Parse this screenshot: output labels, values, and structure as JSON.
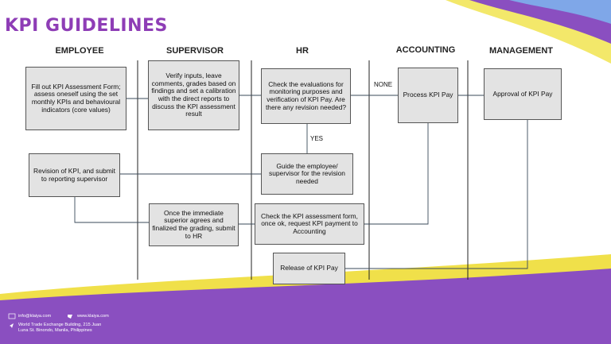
{
  "title": "KPI GUIDELINES",
  "lanes": [
    "EMPLOYEE",
    "SUPERVISOR",
    "HR",
    "ACCOUNTING",
    "MANAGEMENT"
  ],
  "steps": {
    "fill_out": "Fill out KPI Assessment Form; assess oneself using the set monthly KPIs and behavioural indicators (core values)",
    "verify": "Verify inputs, leave comments, grades based on findings and set a calibration with the direct reports to discuss the KPI assessment result",
    "check_eval": "Check the evaluations for monitoring purposes and verification of KPI Pay. Are  there any revision needed?",
    "process_pay": "Process KPI Pay",
    "approval": "Approval of KPI Pay",
    "revision": "Revision of KPI, and submit to reporting supervisor",
    "guide": "Guide the employee/ supervisor for the revision needed",
    "agree": "Once the immediate superior agrees and finalized the grading, submit to HR",
    "check_form": "Check the KPI assessment form, once ok, request KPI payment to Accounting",
    "release": "Release of KPI Pay"
  },
  "edge_labels": {
    "none": "NONE",
    "yes": "YES"
  },
  "footer": {
    "email": "info@klaiya.com",
    "website": "www.klaiya.com",
    "address_line1": "World Trade Exchange Building, 215 Juan",
    "address_line2": "Luna St. Binondo, Manila, Philippines"
  },
  "colors": {
    "title": "#8e3db6",
    "wave_purple": "#8a4fc0",
    "wave_yellow": "#f0e04a",
    "box_fill": "#e3e3e3"
  }
}
